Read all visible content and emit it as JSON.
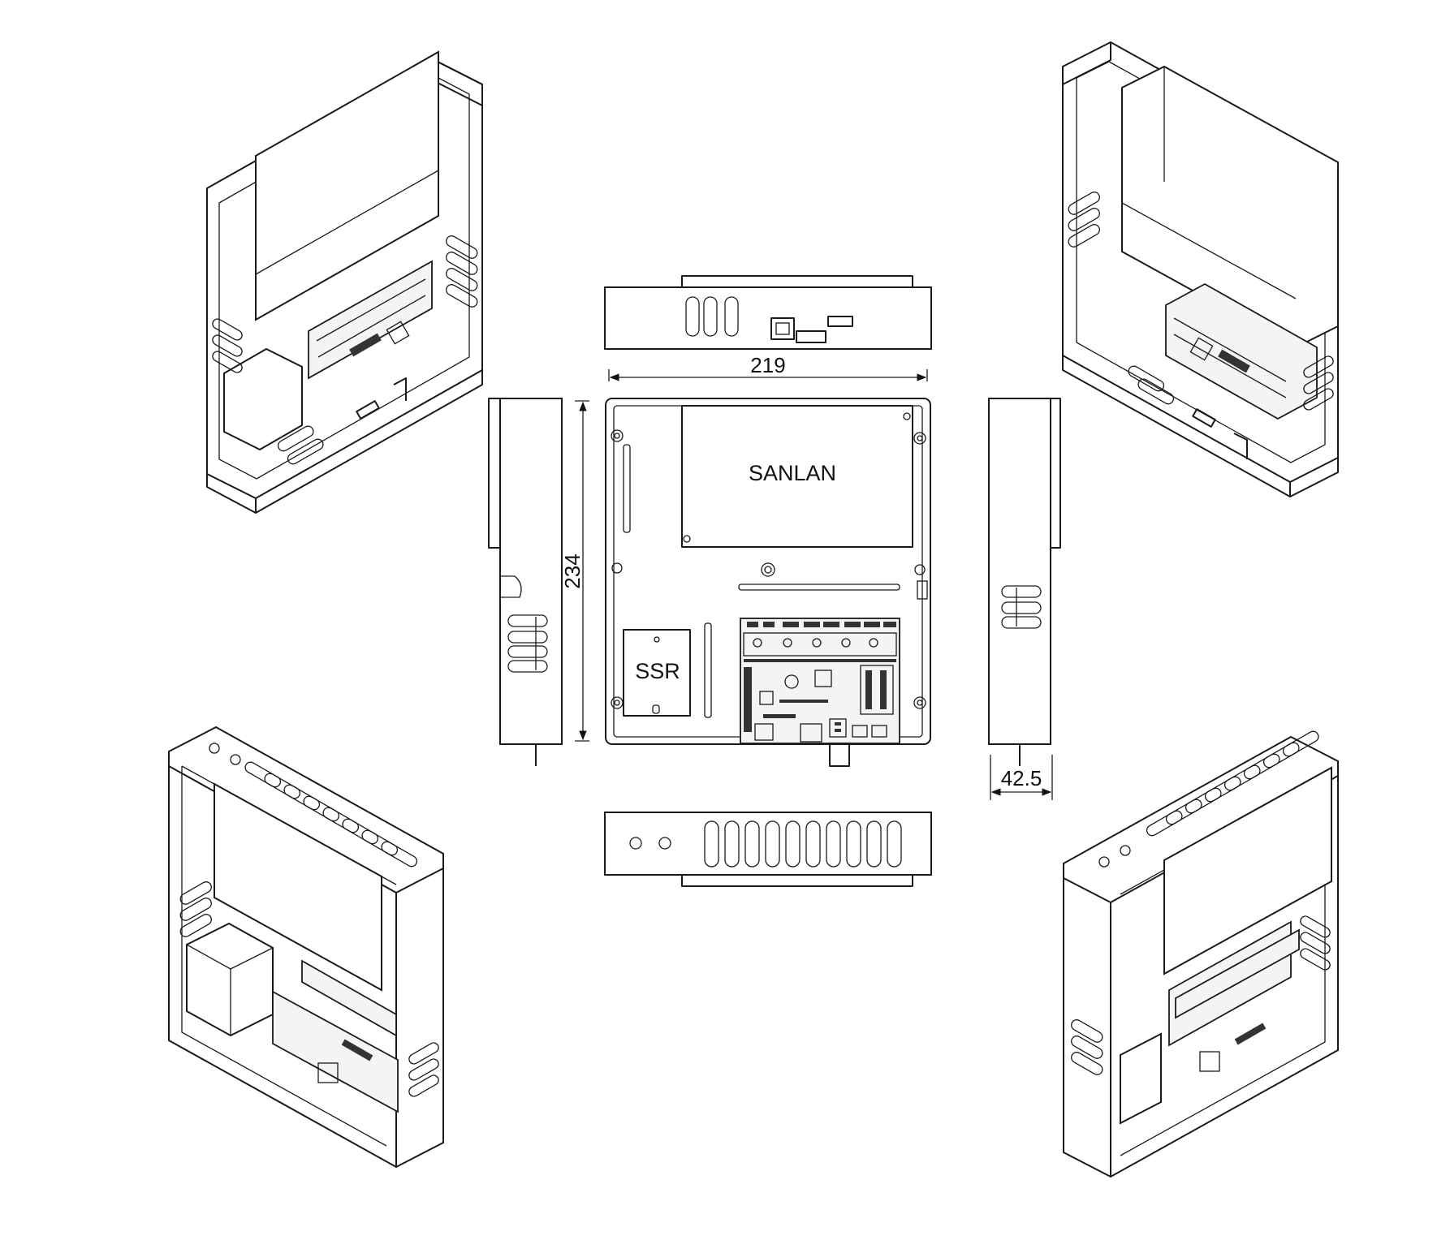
{
  "dimensions": {
    "width": "219",
    "height": "234",
    "depth": "42.5"
  },
  "labels": {
    "psu": "SANLAN",
    "ssr": "SSR"
  },
  "colors": {
    "line": "#1a1a1a",
    "background": "#ffffff"
  }
}
